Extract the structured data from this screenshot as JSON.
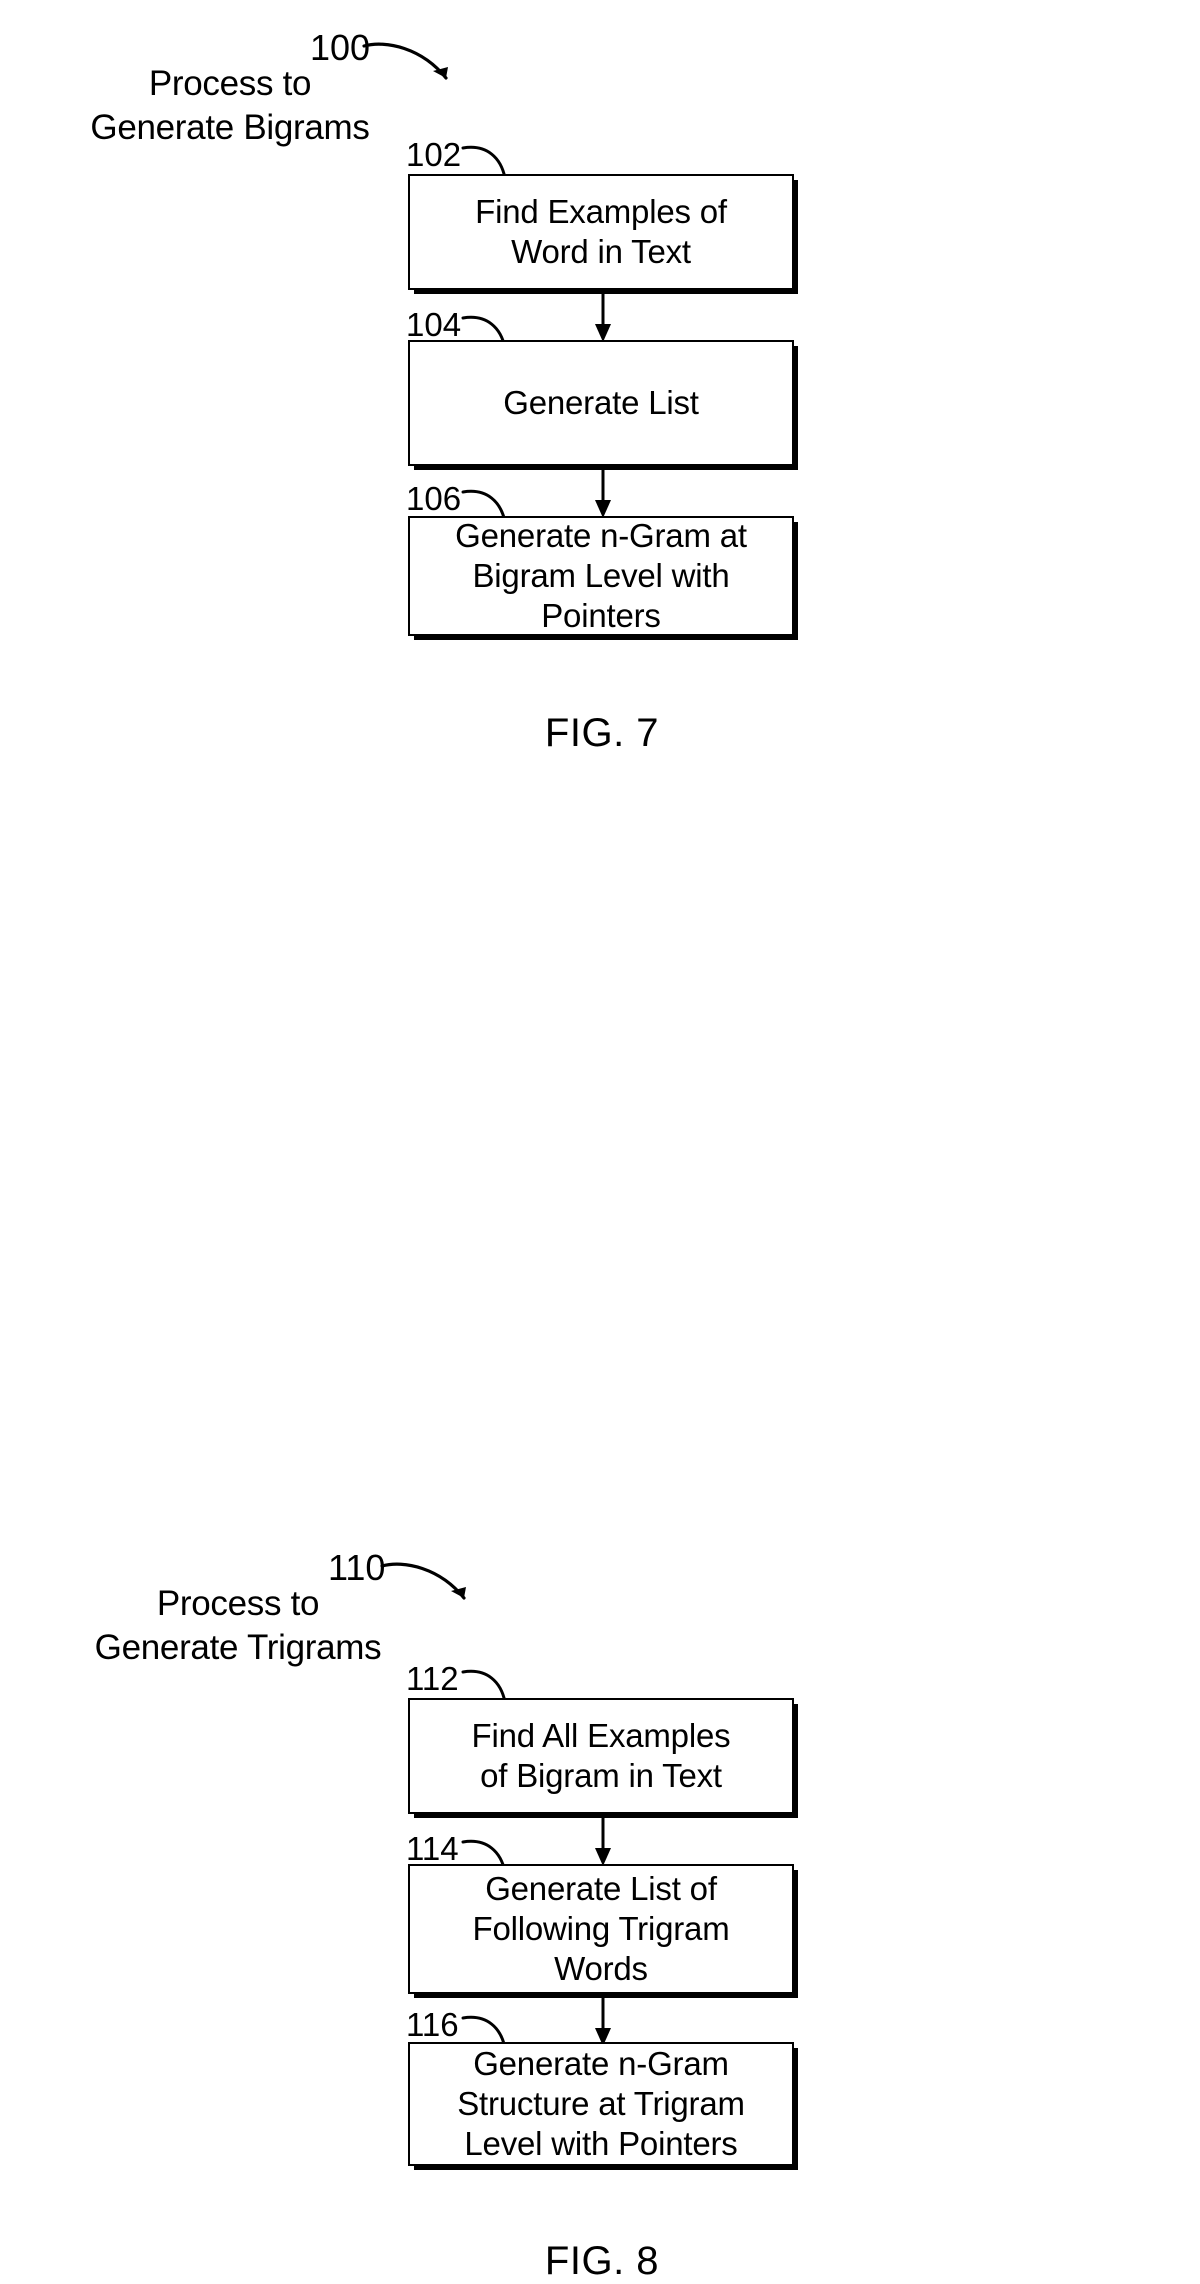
{
  "document": {
    "type": "patent-drawing-sheet",
    "background_color": "#ffffff",
    "ink_color": "#000000"
  },
  "figures": [
    {
      "id": "figure-7",
      "caption": "FIG. 7",
      "process_ref": "100",
      "process_title": "Process to\nGenerate Bigrams",
      "steps": [
        {
          "ref": "102",
          "label": "Find Examples of\nWord in Text"
        },
        {
          "ref": "104",
          "label": "Generate List"
        },
        {
          "ref": "106",
          "label": "Generate n-Gram at\nBigram Level with\nPointers"
        }
      ]
    },
    {
      "id": "figure-8",
      "caption": "FIG. 8",
      "process_ref": "110",
      "process_title": "Process to\nGenerate Trigrams",
      "steps": [
        {
          "ref": "112",
          "label": "Find All Examples\nof Bigram in Text"
        },
        {
          "ref": "114",
          "label": "Generate List of\nFollowing Trigram\nWords"
        },
        {
          "ref": "116",
          "label": "Generate n-Gram\nStructure at Trigram\nLevel with Pointers"
        }
      ]
    }
  ],
  "icons": {
    "leader_curve": "curved-leader-line",
    "flow_arrow": "down-arrow",
    "process_pointer": "curved-pointer-arrow"
  }
}
